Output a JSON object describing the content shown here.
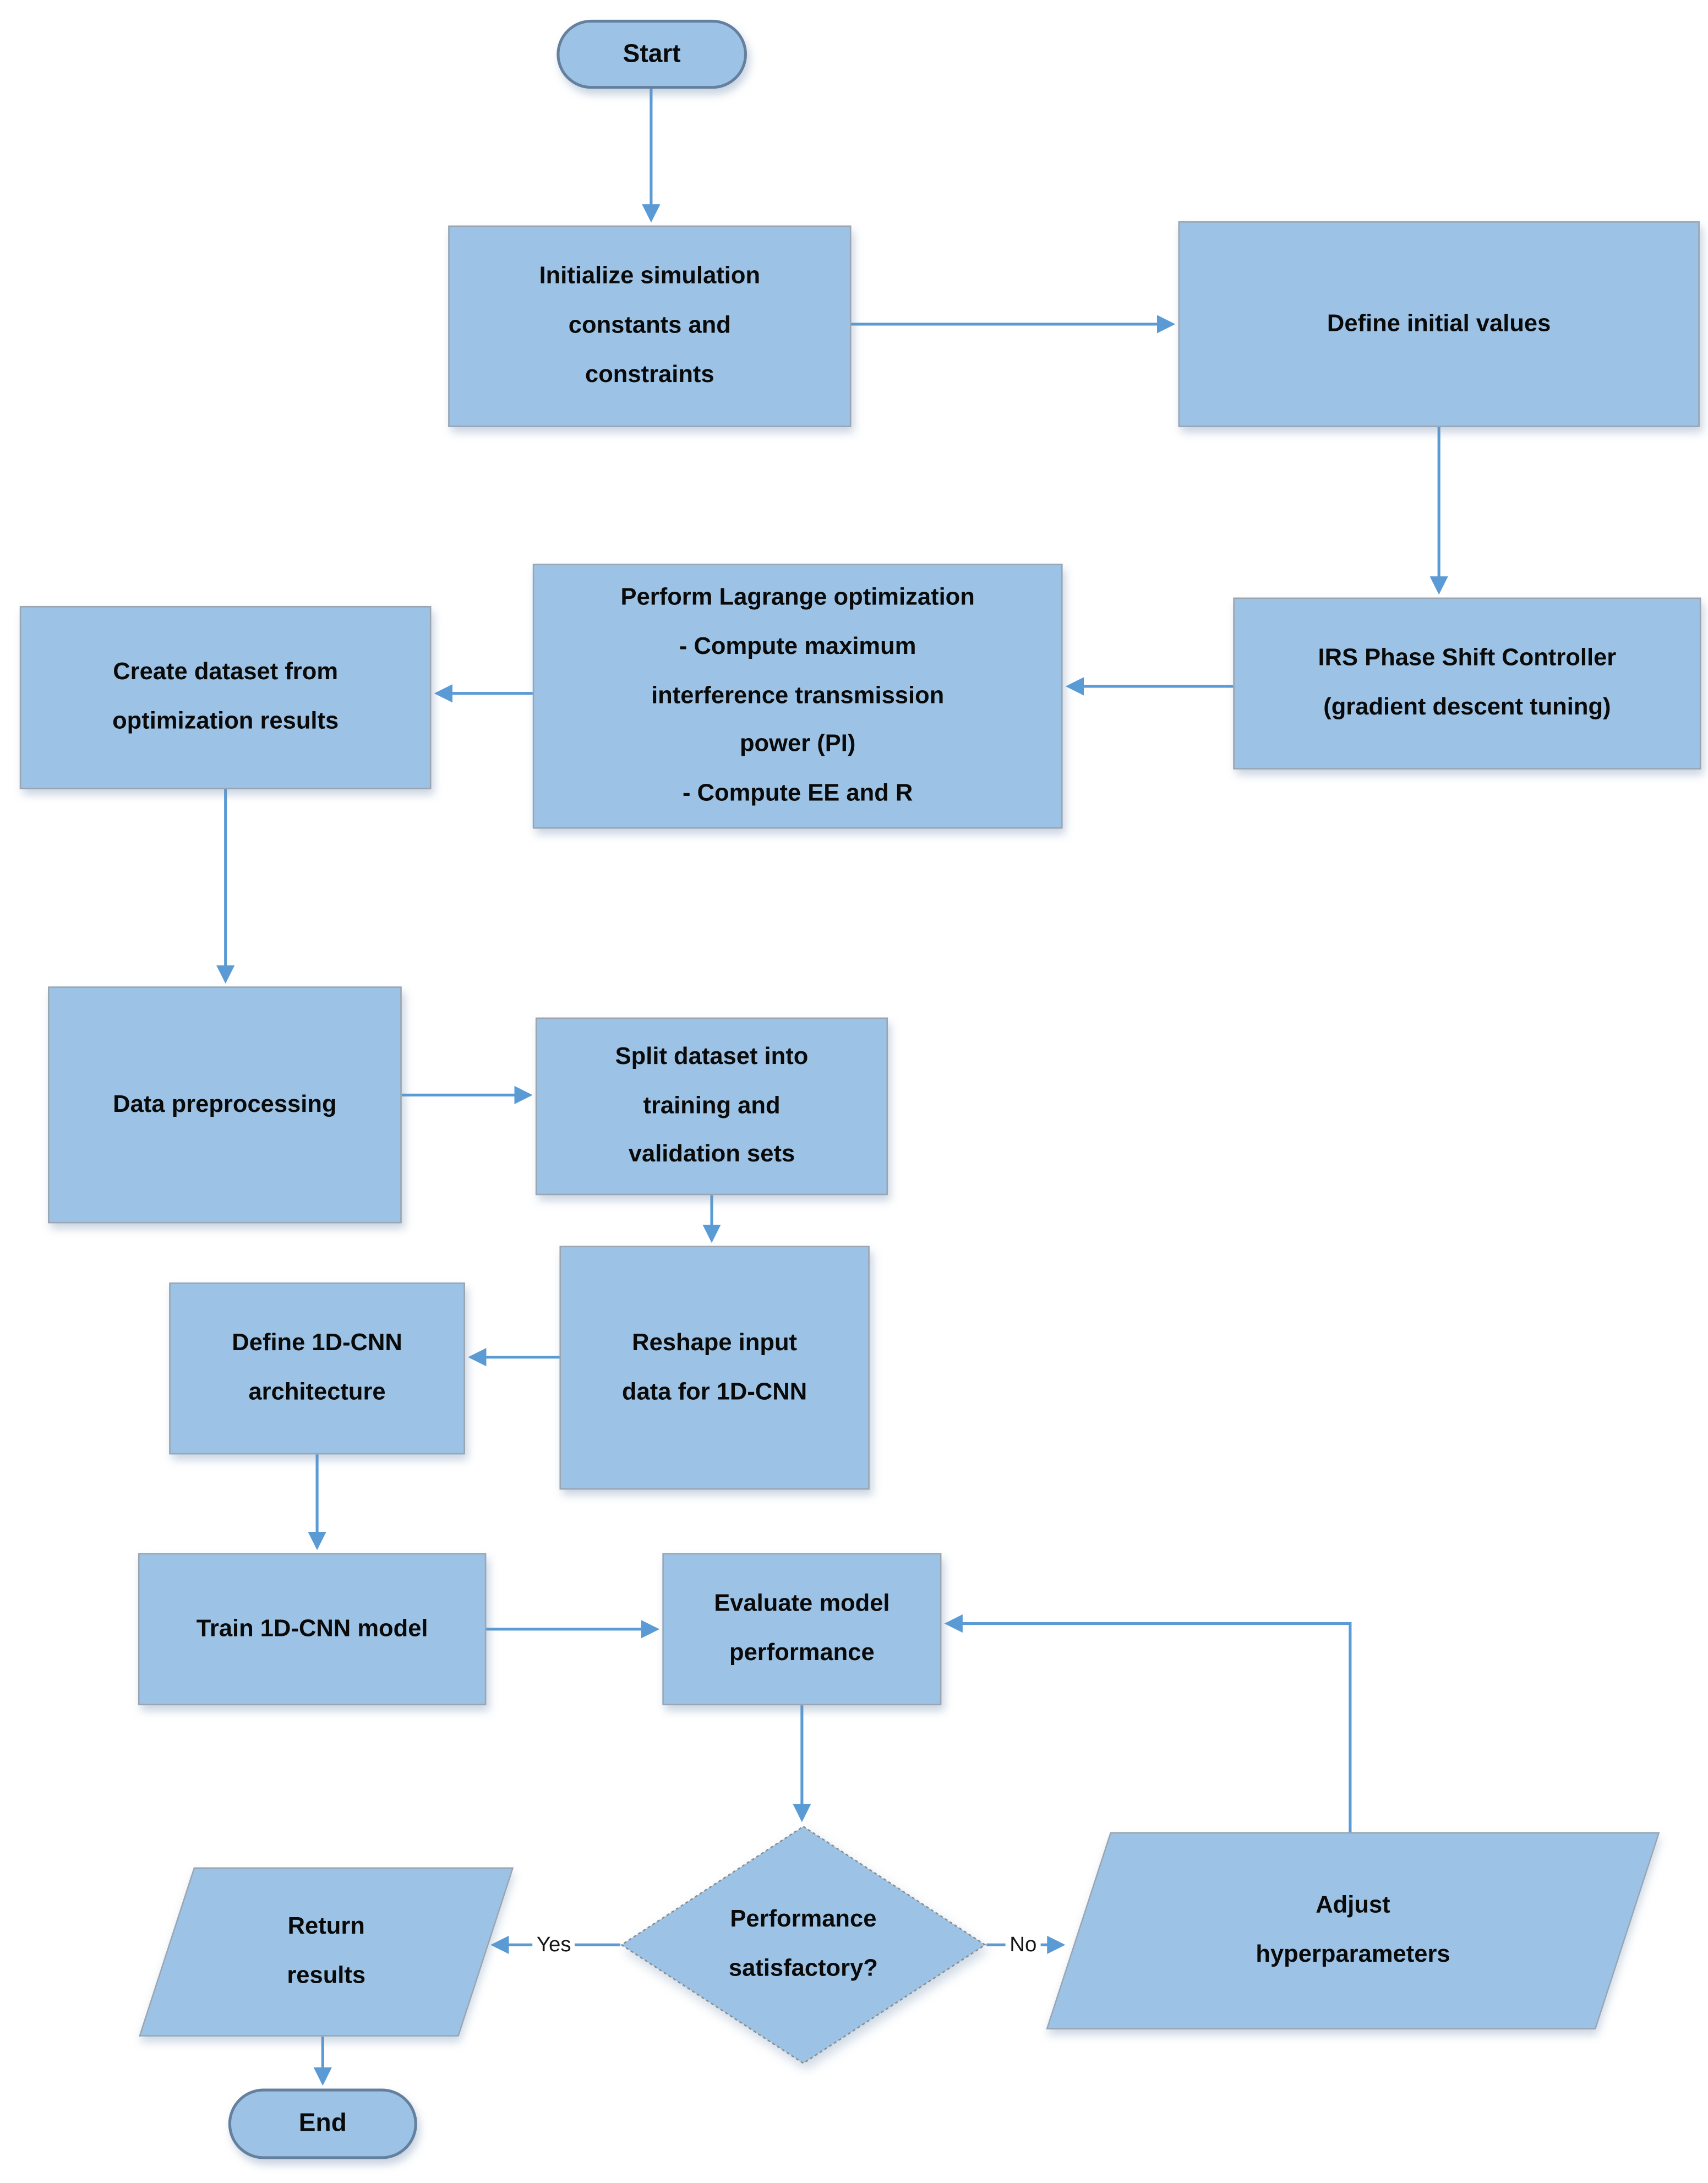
{
  "colors": {
    "node_fill": "#9CC3E5",
    "node_border": "#9AA5B1",
    "terminator_border": "#64809E",
    "decision_border": "#8A8A8A",
    "arrow": "#5B9BD5",
    "text": "#0A0A0A",
    "edge_label_text": "#141414",
    "background": "#FFFFFF"
  },
  "nodes": {
    "start": {
      "type": "terminator",
      "label": "Start"
    },
    "init": {
      "type": "process",
      "label": "Initialize simulation\nconstants and\nconstraints"
    },
    "define": {
      "type": "process",
      "label": "Define initial values"
    },
    "irs": {
      "type": "process",
      "label": "IRS Phase Shift Controller\n(gradient descent tuning)"
    },
    "lagrange": {
      "type": "process",
      "label": "Perform Lagrange optimization\n- Compute maximum\ninterference transmission\npower (PI)\n- Compute EE and R"
    },
    "create": {
      "type": "process",
      "label": "Create dataset from\noptimization results"
    },
    "preproc": {
      "type": "process",
      "label": "Data preprocessing"
    },
    "split": {
      "type": "process",
      "label": "Split dataset into\ntraining and\nvalidation sets"
    },
    "reshape": {
      "type": "process",
      "label": "Reshape input\ndata for 1D-CNN"
    },
    "arch": {
      "type": "process",
      "label": "Define 1D-CNN\narchitecture"
    },
    "train": {
      "type": "process",
      "label": "Train 1D-CNN model"
    },
    "eval": {
      "type": "process",
      "label": "Evaluate model\nperformance"
    },
    "decision": {
      "type": "decision",
      "label": "Performance\nsatisfactory?"
    },
    "return": {
      "type": "data",
      "label": "Return\nresults"
    },
    "adjust": {
      "type": "data",
      "label": "Adjust\nhyperparameters"
    },
    "end": {
      "type": "terminator",
      "label": "End"
    }
  },
  "edge_labels": {
    "yes": "Yes",
    "no": "No"
  }
}
